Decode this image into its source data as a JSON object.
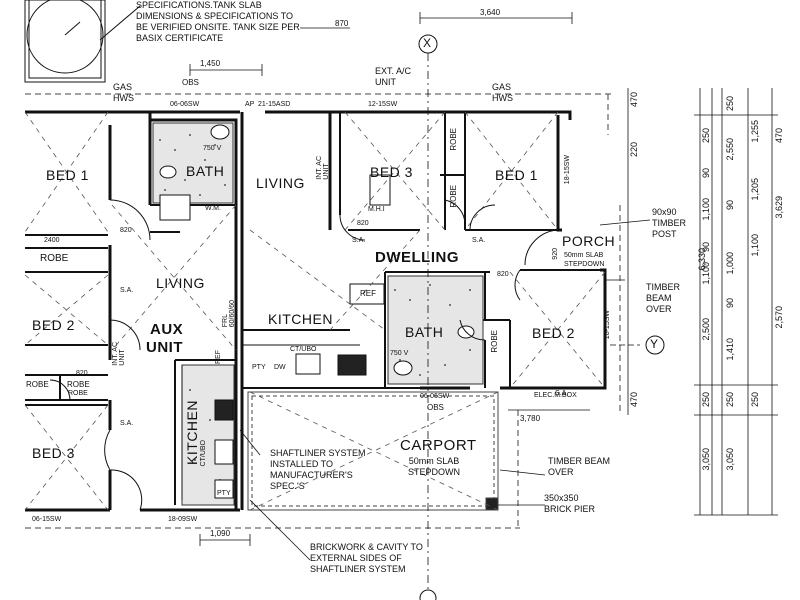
{
  "rooms": {
    "bed1_left": "BED 1",
    "bed2_left": "BED 2",
    "bed3_left": "BED 3",
    "living_aux": "LIVING",
    "aux_unit_1": "AUX",
    "aux_unit_2": "UNIT",
    "kitchen_aux": "KITCHEN",
    "bath_aux": "BATH",
    "robe_aux_top": "ROBE",
    "robe_aux_mid": "ROBE",
    "living_dwelling": "LIVING",
    "bed3_dwelling": "BED 3",
    "bed1_dwelling": "BED 1",
    "dwelling": "DWELLING",
    "porch": "PORCH",
    "kitchen_dwelling": "KITCHEN",
    "bath_dwelling": "BATH",
    "bed2_dwelling": "BED 2",
    "carport": "CARPORT",
    "robe_d1": "ROBE",
    "robe_d2": "ROBE",
    "robe_d3": "ROBE"
  },
  "notes": {
    "tank": "SPECIFICATIONS.TANK SLAB\nDIMENSIONS & SPECIFICATIONS TO\nBE VERIFIED ONSITE. TANK SIZE PER\nBASIX CERTIFICATE",
    "shaftliner": "SHAFTLINER SYSTEM\nINSTALLED TO\nMANUFACTURER'S\nSPEC.'S",
    "brickwork": "BRICKWORK & CAVITY TO\nEXTERNAL SIDES OF\nSHAFTLINER SYSTEM",
    "timber_post": "90x90\nTIMBER\nPOST",
    "timber_beam_porch": "TIMBER\nBEAM\nOVER",
    "timber_beam_carport": "TIMBER BEAM\nOVER",
    "brick_pier": "350x350\nBRICK PIER",
    "carport_slab": "50mm SLAB\nSTEPDOWN",
    "porch_slab": "50mm SLAB\nSTEPDOWN",
    "ext_ac": "EXT. A/C\nUNIT",
    "gas_hws_left": "GAS\nHWS",
    "gas_hws_right": "GAS\nHWS",
    "int_ac_aux": "INT. AC\nUNIT",
    "int_ac_dwelling": "INT. AC\nUNIT",
    "elec_box": "ELEC.M.BOX"
  },
  "labels": {
    "obs_top": "OBS",
    "obs_bottom": "OBS",
    "w_0606_top": "06-06SW",
    "w_2115": "21-15ASD",
    "w_1215": "12-15SW",
    "w_0606_bottom": "06-06SW",
    "w_0615": "06-15SW",
    "w_1809": "18-09SW",
    "w_1815_top": "18-15SW",
    "w_1815_mid": "18-15SW",
    "ap": "AP",
    "ref_1": "REF",
    "ref_2": "REF",
    "pty_1": "PTY",
    "pty_2": "PTY",
    "dw": "DW",
    "ctubo_1": "CT/UBO",
    "ctubo_2": "CT/UBO",
    "whu": "M.H.I",
    "frl": "FRL\n60/60/60",
    "sa_1": "S.A.",
    "sa_2": "S.A.",
    "sa_3": "S.A.",
    "sa_4": "S.A.",
    "sa_5": "S.A.",
    "sv_1": "750 V",
    "sv_2": "750 V",
    "robe_left": "ROBE",
    "robe_bed2_a": "ROBE",
    "robe_bed2_b": "ROBE",
    "robe_bed2_c": "ROBE",
    "d820": "820",
    "d2400": "2400",
    "d920": "920",
    "wm": "W.M."
  },
  "dimensions": {
    "top_3640": "3,640",
    "top_870": "870",
    "top_1450": "1,450",
    "bottom_1090": "1,090",
    "bottom_3780": "3,780",
    "r_470_top": "470",
    "r_220": "220",
    "r_470_bot": "470",
    "c1": [
      "250",
      "90",
      "1,100",
      "90",
      "1,100",
      "2,500",
      "250",
      "3,050"
    ],
    "c2": [
      "6,330"
    ],
    "c3": [
      "250",
      "2,550",
      "90",
      "1,000",
      "90",
      "1,410",
      "250",
      "3,050"
    ],
    "c4": [
      "1,255",
      "1,205",
      "1,100",
      "250"
    ],
    "c5": [
      "470",
      "3,629",
      "2,570"
    ]
  },
  "grid": {
    "x": "X",
    "y": "Y"
  }
}
